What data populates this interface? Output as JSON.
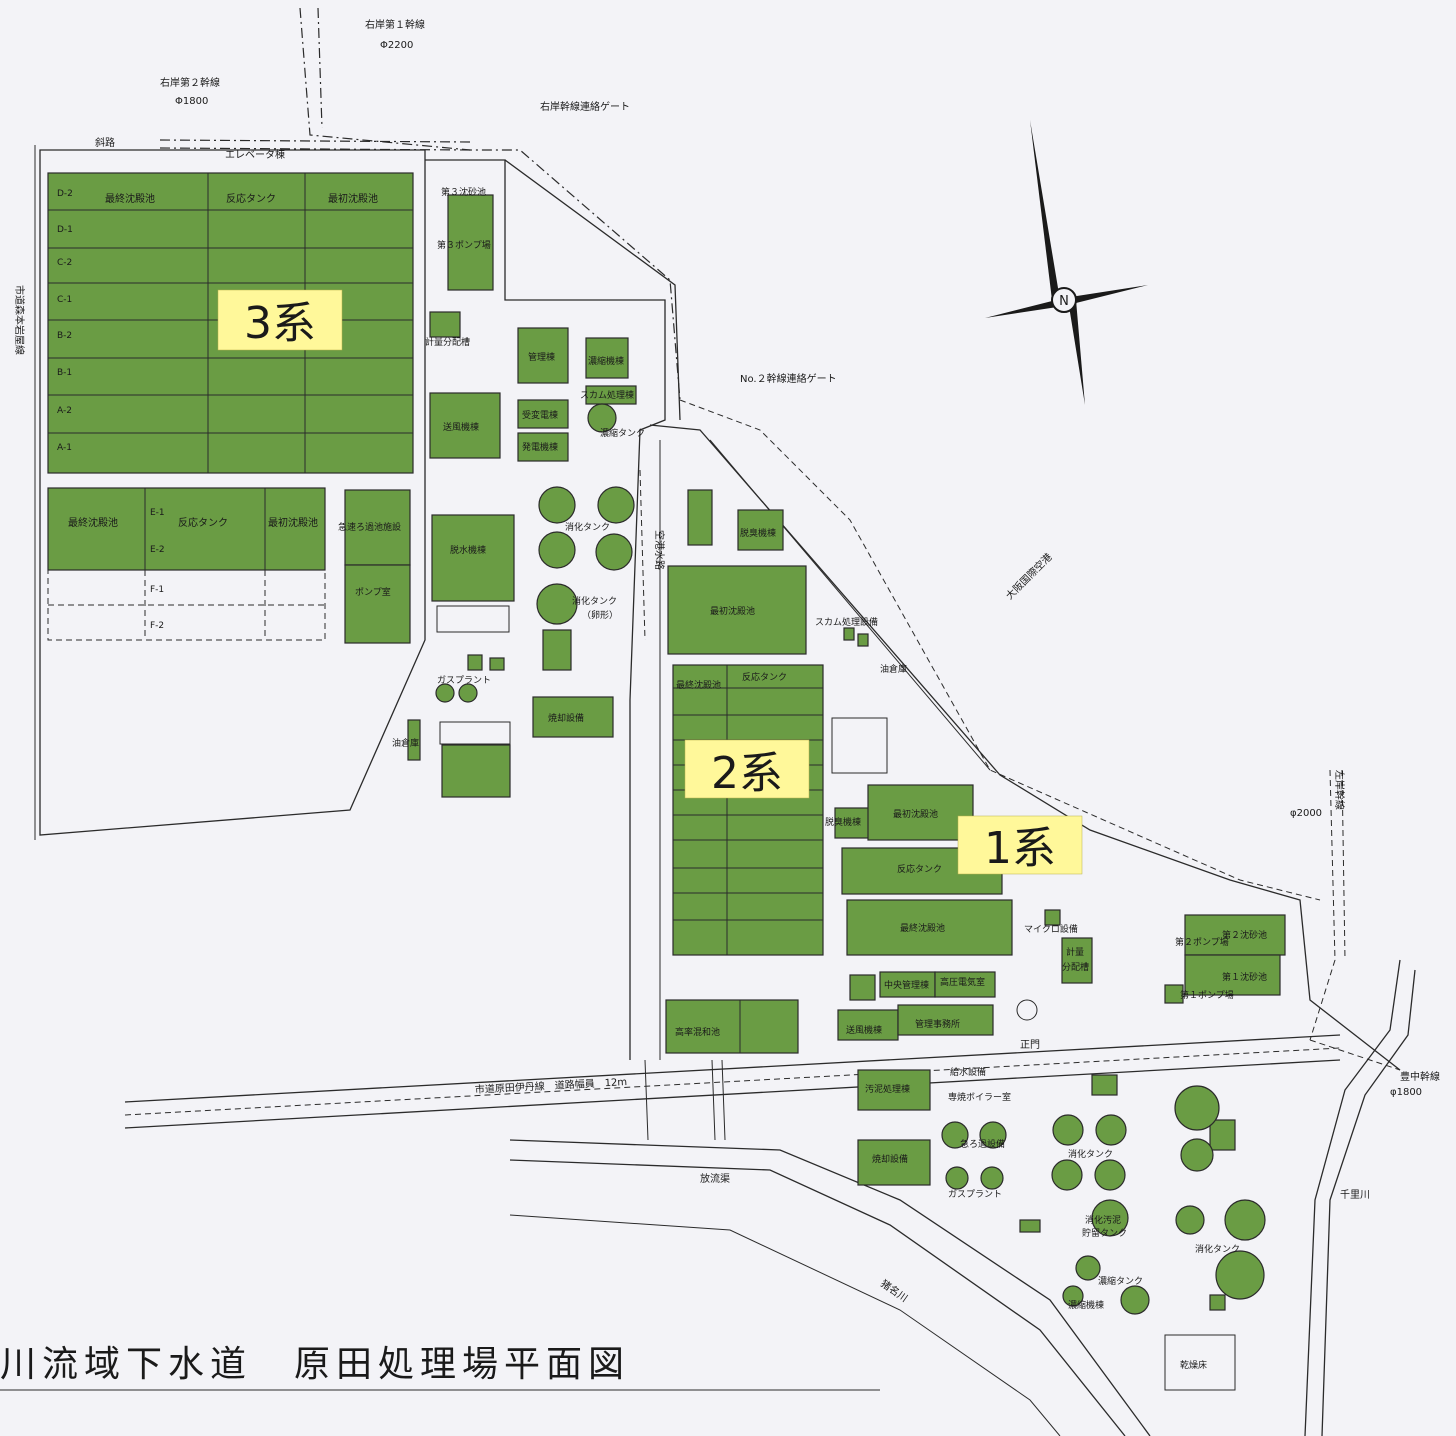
{
  "title": "川流域下水道　原田処理場平面図",
  "zones": {
    "z3": "3系",
    "z2": "2系",
    "z1": "1系"
  },
  "compass": {
    "north": "N"
  },
  "pipes": {
    "right_trunk_1": "右岸第１幹線",
    "right_trunk_1_dia": "Φ2200",
    "right_trunk_2": "右岸第２幹線",
    "right_trunk_2_dia": "Φ1800",
    "right_link_gate": "右岸幹線連絡ゲート",
    "no2_link_gate": "No.２幹線連絡ゲート",
    "left_trunk": "左岸幹線",
    "left_trunk_dia": "φ2000",
    "toyonaka_trunk": "豊中幹線",
    "toyonaka_dia": "φ1800",
    "slope": "斜路",
    "elevator": "エレベータ棟",
    "outfall": "放流渠"
  },
  "roads": {
    "city_road_west": "市道森本岩屋線",
    "city_road_main": "市道原田伊丹線　道路幅員　12m",
    "airport_waterway": "空港水路",
    "airport": "大阪国際空港",
    "inagawa": "猪名川",
    "senri": "千里川",
    "main_gate": "正門"
  },
  "sys3": {
    "final_sed": "最終沈殿池",
    "reaction": "反応タンク",
    "first_sed": "最初沈殿池",
    "rows": [
      "D-2",
      "D-1",
      "C-2",
      "C-1",
      "B-2",
      "B-1",
      "A-2",
      "A-1"
    ],
    "e_rows": [
      "E-1",
      "E-2"
    ],
    "f_rows": [
      "F-1",
      "F-2"
    ],
    "rapid_filter": "急速ろ過池施設",
    "pump_room": "ポンプ室",
    "grit3": "第３沈砂池",
    "pump3": "第３ポンプ場",
    "meter_dist": "計量分配槽",
    "blower": "送風機棟",
    "admin": "管理棟",
    "thicken_bld": "濃縮機棟",
    "scum": "スカム処理棟",
    "substation": "受変電棟",
    "generator": "発電機棟",
    "thicken_tank": "濃縮タンク",
    "dewater": "脱水機棟",
    "digest": "消化タンク",
    "digest_egg": "消化タンク",
    "digest_egg_sub": "（卵形）",
    "gas_plant": "ガスプラント",
    "oil": "油倉庫",
    "incinerator": "焼却設備"
  },
  "sys2": {
    "deodor": "脱臭機棟",
    "first_sed": "最初沈殿池",
    "scum": "スカム処理設備",
    "oil": "油倉庫",
    "final_sed": "最終沈殿池",
    "reaction": "反応タンク",
    "settle_pond": "高率混和池"
  },
  "sys1": {
    "deodor": "脱臭機棟",
    "first_sed": "最初沈殿池",
    "reaction": "反応タンク",
    "final_sed": "最終沈殿池",
    "micro": "マイクロ設備",
    "meter": "計量",
    "dist": "分配槽",
    "pump2": "第２ポンプ場",
    "grit2": "第２沈砂池",
    "pump1": "第１ポンプ場",
    "grit1": "第１沈砂池",
    "central": "中央管理棟",
    "hv": "高圧電気室",
    "blower": "送風機棟",
    "office": "管理事務所",
    "water_supply": "給水設備",
    "sludge": "汚泥処理棟",
    "boiler": "専焼ボイラー室",
    "rapid": "急ろ過設備",
    "incin": "焼却設備",
    "gas": "ガスプラント",
    "digest": "消化タンク",
    "sludge_store": "消化汚泥",
    "sludge_store2": "貯留タンク",
    "thicken": "濃縮タンク",
    "thicken_bld": "濃縮機棟",
    "digest2": "消化タンク",
    "dry": "乾燥床"
  }
}
